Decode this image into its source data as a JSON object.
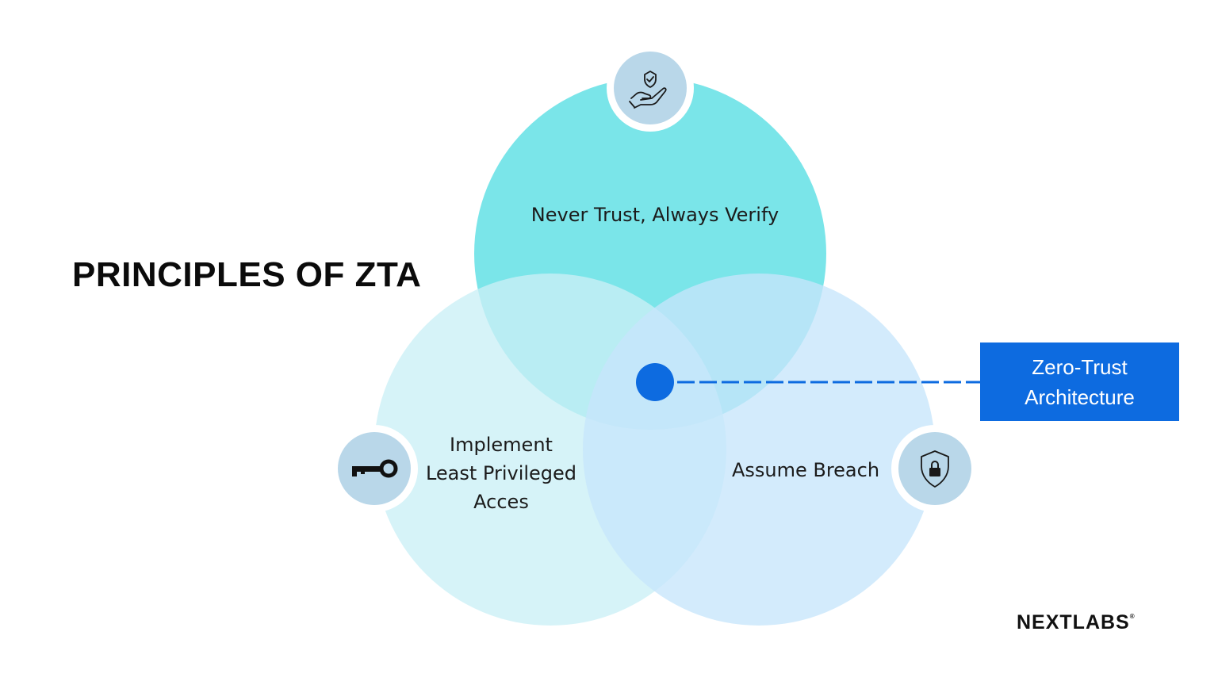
{
  "title": "PRINCIPLES OF ZTA",
  "principles": [
    {
      "id": "verify",
      "lines": [
        "Never Trust, Always Verify"
      ],
      "icon": "hand-shield-check-icon",
      "color": "#7ae5e9"
    },
    {
      "id": "least",
      "lines": [
        "Implement",
        "Least Privileged",
        "Acces"
      ],
      "icon": "key-icon",
      "color": "#cbeff6"
    },
    {
      "id": "breach",
      "lines": [
        "Assume Breach"
      ],
      "icon": "shield-lock-icon",
      "color": "#c7e5fb"
    }
  ],
  "center": {
    "label": [
      "Zero-Trust",
      "Architecture"
    ],
    "color": "#0d6be0"
  },
  "brand": {
    "name": "NEXTLABS",
    "mark": "®"
  }
}
